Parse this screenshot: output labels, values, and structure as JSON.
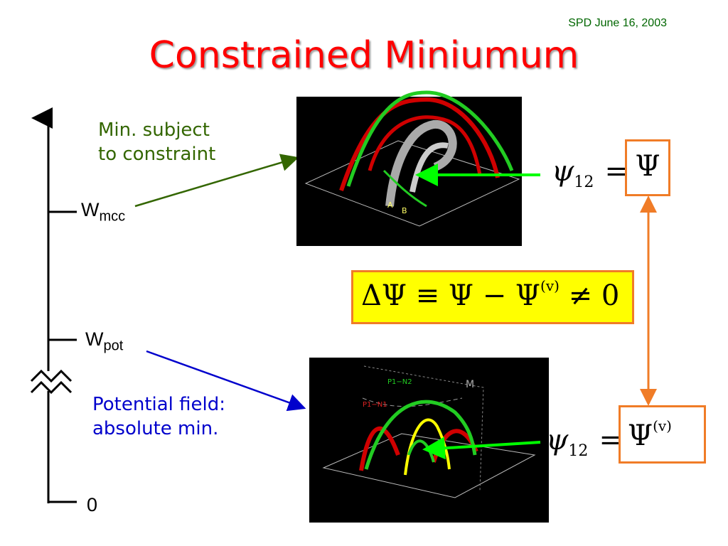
{
  "header": {
    "date": "SPD June 16, 2003"
  },
  "title": "Constrained Miniumum",
  "axis": {
    "wmcc_main": "W",
    "wmcc_sub": "mcc",
    "wpot_main": "W",
    "wpot_sub": "pot",
    "zero": "0"
  },
  "notes": {
    "constraint_line1": "Min. subject",
    "constraint_line2": "to constraint",
    "potential_line1": "Potential field:",
    "potential_line2": "absolute min."
  },
  "equations": {
    "psi_sym": "ψ",
    "psi_sub": "12",
    "equals": "=",
    "Psi": "Ψ",
    "v_sup": "(v)",
    "delta": "ΔΨ ≡ Ψ − Ψ",
    "neq_zero": "≠ 0"
  },
  "plots": {
    "top_labels": [
      "A",
      "B"
    ],
    "bottom_labels": [
      "P1−N2",
      "P1−N1",
      "M"
    ]
  },
  "colors": {
    "title": "#ff0000",
    "arrow_green": "#00ff00",
    "arrow_orange": "#f07c27",
    "line_green": "#336600",
    "line_blue": "#0000cc"
  }
}
